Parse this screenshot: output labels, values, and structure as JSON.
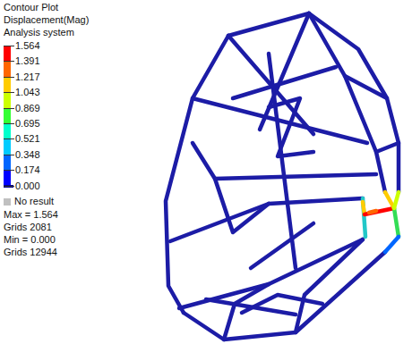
{
  "diagram": {
    "labels": [
      "Contour Plot",
      "Displacement(Mag)",
      "Analysis system",
      "Max = 1.564",
      "Grids 2081",
      "Min = 0.000",
      "Grids 12944"
    ],
    "legend": [
      {
        "text": "1.564",
        "color": "#ff0000"
      },
      {
        "text": "1.391",
        "color": "#ff6600"
      },
      {
        "text": "1.217",
        "color": "#ffcc00"
      },
      {
        "text": "1.043",
        "color": "#ccff00"
      },
      {
        "text": "0.869",
        "color": "#33ff33"
      },
      {
        "text": "0.695",
        "color": "#00ffcc"
      },
      {
        "text": "0.521",
        "color": "#00ccff"
      },
      {
        "text": "0.348",
        "color": "#0066ff"
      },
      {
        "text": "0.174",
        "color": "#0000ff"
      },
      {
        "text": "0.000",
        "color": "#00008b"
      },
      {
        "text": "No result",
        "color": "#c0c0c0"
      }
    ]
  }
}
